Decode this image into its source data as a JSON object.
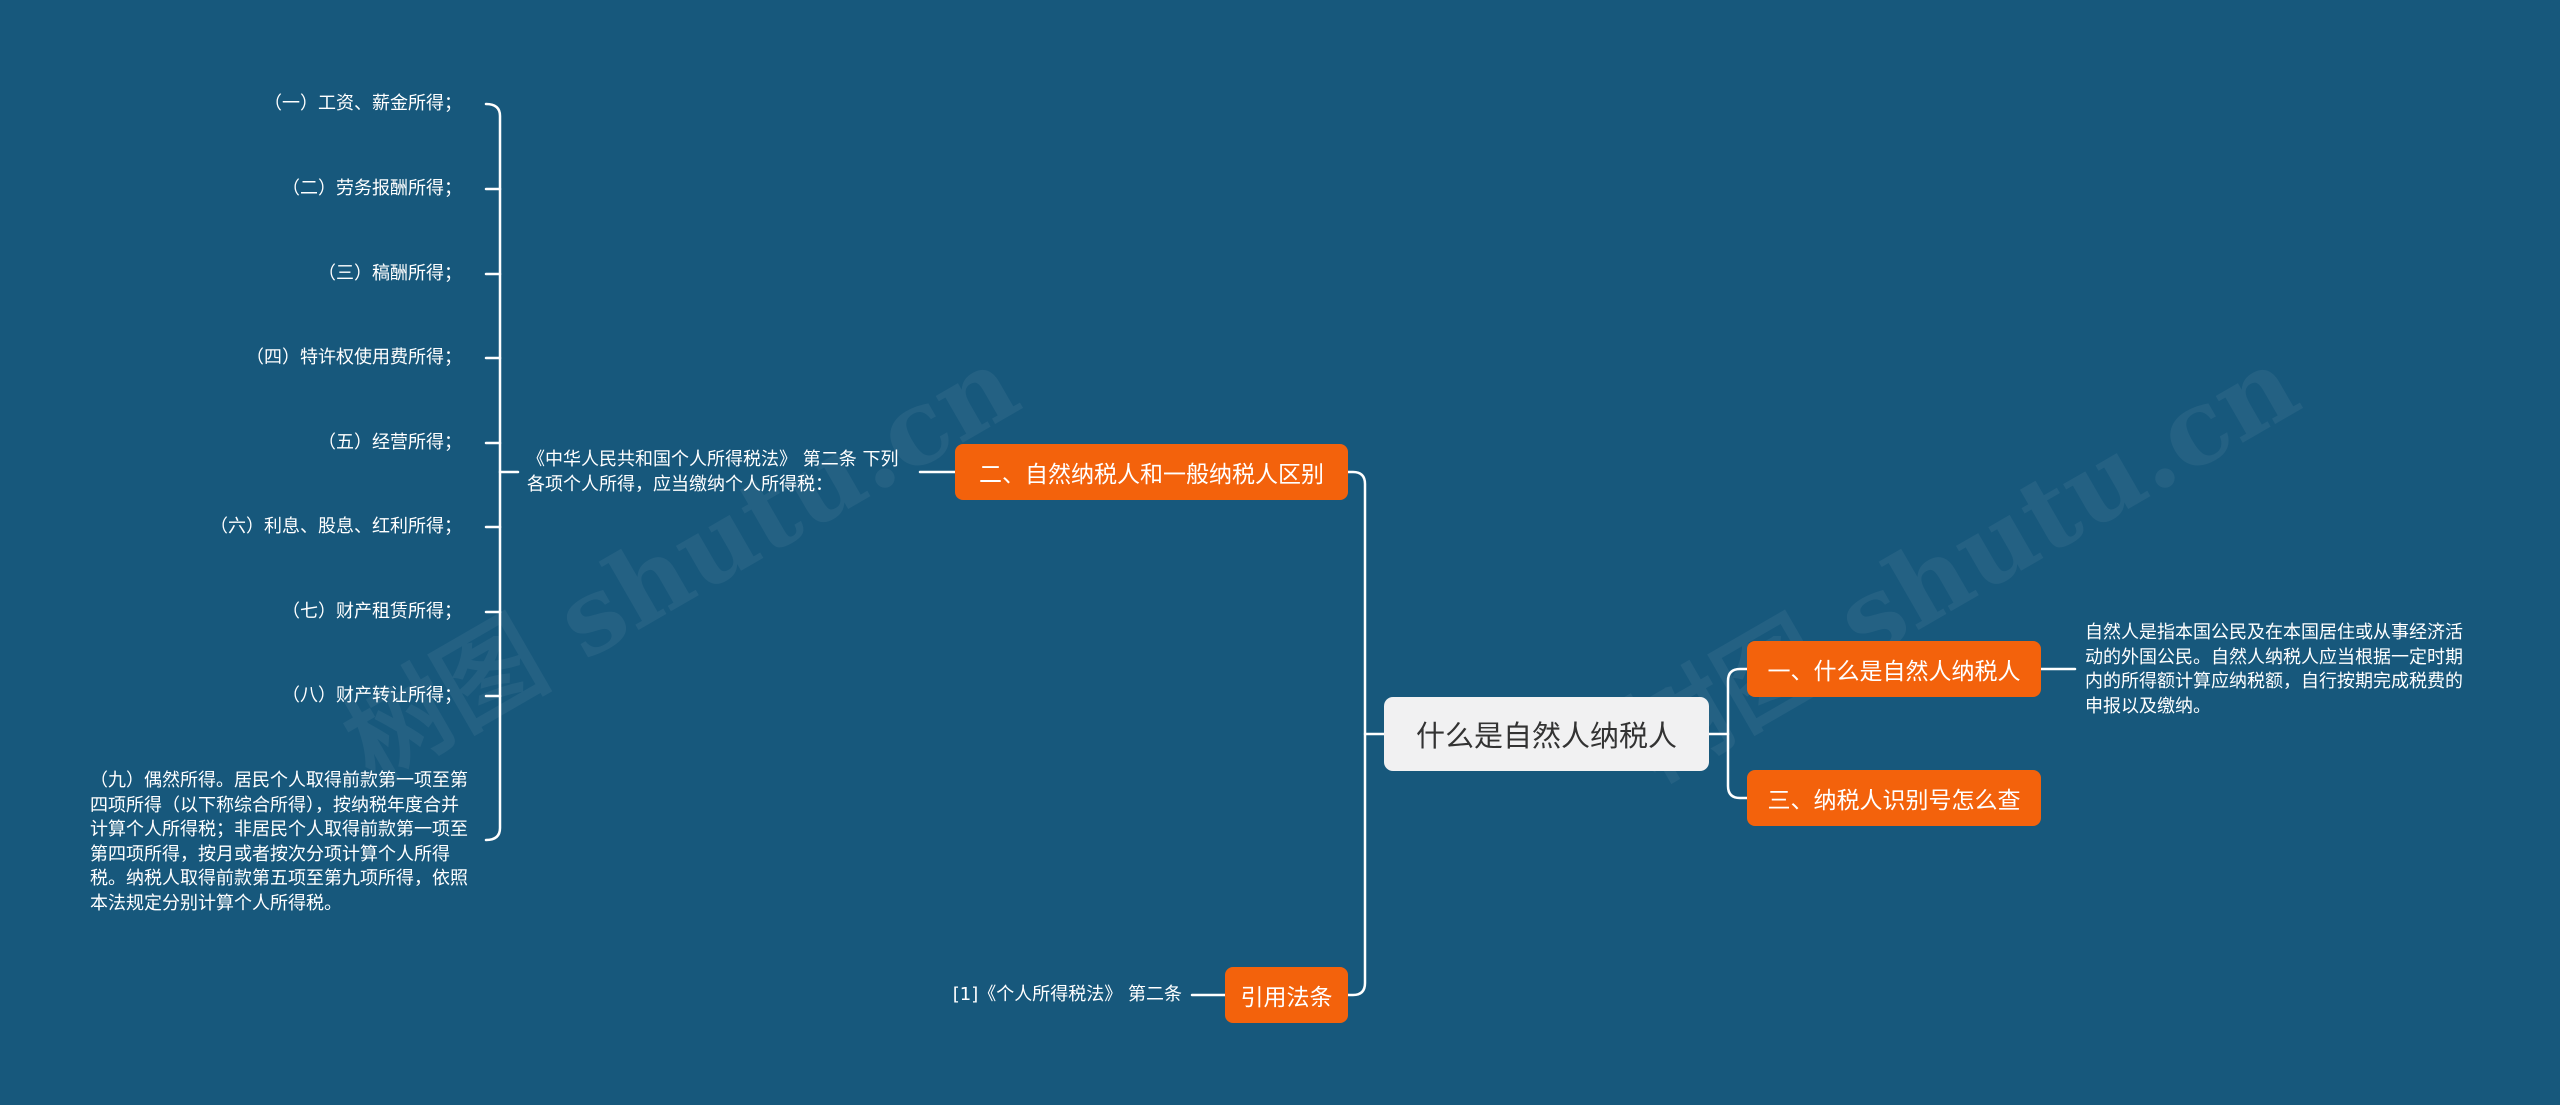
{
  "root": {
    "label": "什么是自然人纳税人"
  },
  "branches": {
    "b1": {
      "label": "一、什么是自然人纳税人"
    },
    "b2": {
      "label": "二、自然纳税人和一般纳税人区别"
    },
    "b3": {
      "label": "三、纳税人识别号怎么查"
    },
    "b4": {
      "label": "引用法条"
    }
  },
  "b1_note": "自然人是指本国公民及在本国居住或从事经济活动的外国公民。自然人纳税人应当根据一定时期内的所得额计算应纳税额，自行按期完成税费的申报以及缴纳。",
  "b2_intro": "《中华人民共和国个人所得税法》 第二条 下列各项个人所得，应当缴纳个人所得税：",
  "income_items": [
    "（一）工资、薪金所得；",
    "（二）劳务报酬所得；",
    "（三）稿酬所得；",
    "（四）特许权使用费所得；",
    "（五）经营所得；",
    "（六）利息、股息、红利所得；",
    "（七）财产租赁所得；",
    "（八）财产转让所得；",
    "（九）偶然所得。居民个人取得前款第一项至第四项所得（以下称综合所得），按纳税年度合并计算个人所得税；非居民个人取得前款第一项至第四项所得，按月或者按次分项计算个人所得税。纳税人取得前款第五项至第九项所得，依照本法规定分别计算个人所得税。"
  ],
  "b4_citation": "[1]《个人所得税法》 第二条",
  "watermark_text": "树图 shutu.cn",
  "colors": {
    "background": "#17587c",
    "branch": "#f3620c",
    "root": "#f1f1f2",
    "line": "#ffffff"
  }
}
